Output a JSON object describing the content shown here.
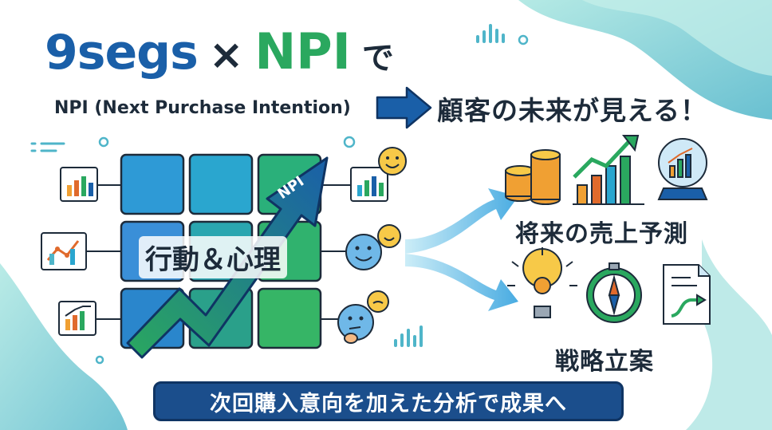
{
  "title": {
    "part1": "9segs",
    "times": "×",
    "part2": "NPI",
    "particle": "で"
  },
  "subtitle": "NPI (Next Purchase Intention)",
  "headline": "顧客の未来が見える！",
  "center_label": "行動＆心理",
  "arrow_label": "NPI",
  "outcomes": {
    "forecast": "将来の売上予測",
    "strategy": "戦略立案"
  },
  "banner": "次回購入意向を加えた分析で成果へ",
  "colors": {
    "brand_blue": "#1a5fa8",
    "brand_green": "#2aa85f",
    "dark_text": "#1d2b3a",
    "banner_bg": "#1b4e8c",
    "teal_wave": "#7fd3d1"
  },
  "icons": [
    "bar-chart-icon",
    "line-chart-icon",
    "growth-chart-icon",
    "smiling-face-icon",
    "happy-face-icon",
    "thinking-face-icon",
    "coin-stack-icon",
    "rising-bar-chart-icon",
    "crystal-ball-icon",
    "lightbulb-gear-icon",
    "compass-icon",
    "strategy-document-icon"
  ]
}
